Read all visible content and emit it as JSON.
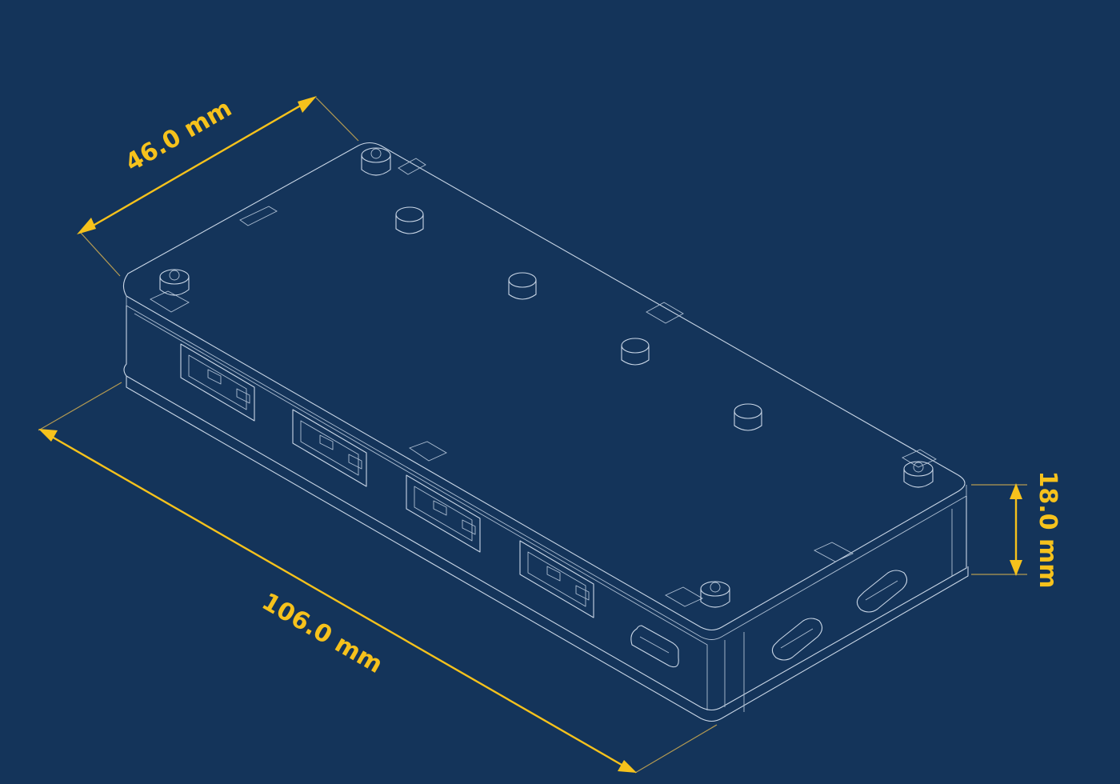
{
  "dimensions": {
    "width_label": "46.0 mm",
    "length_label": "106.0 mm",
    "height_label": "18.0 mm"
  },
  "colors": {
    "background": "#14345a",
    "wireframe": "#c9d6e6",
    "dimension": "#f6c21c"
  },
  "device": {
    "usb_a_ports": 4,
    "usb_c_ports": 3,
    "screws": 4,
    "top_buttons": 4
  }
}
